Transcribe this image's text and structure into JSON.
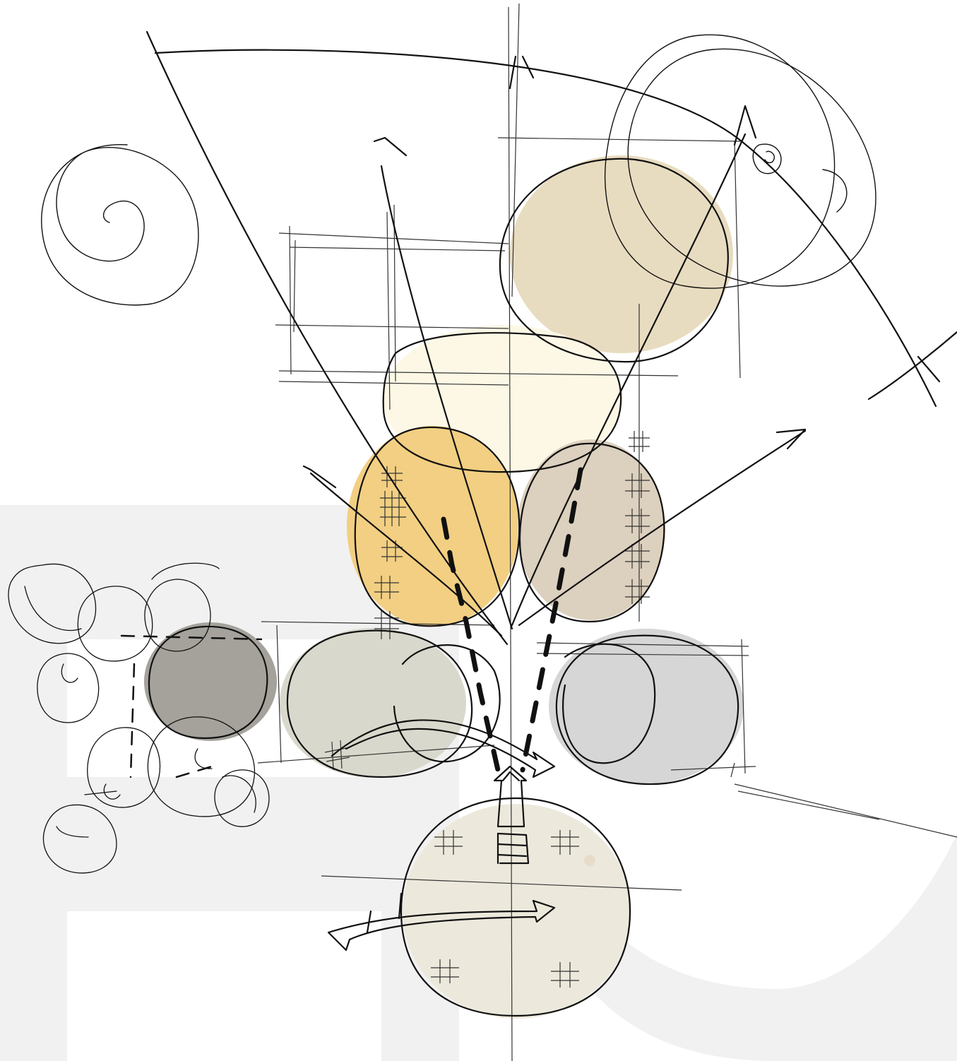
{
  "diagram": {
    "kind": "hand-drawn bubble zoning sketch",
    "colors": {
      "background": "#ffffff",
      "watermark": "#f1f1f1",
      "ink": "#111111",
      "bubble_tan": "#e8dcc0",
      "bubble_cream": "#fdf8e6",
      "bubble_amber": "#f2cf82",
      "bubble_taupe": "#dcd0be",
      "bubble_charcoal": "#a4a29b",
      "bubble_sage": "#d9d8cc",
      "bubble_grey": "#d6d6d6",
      "bubble_entry": "#ece9dc"
    },
    "bubbles": [
      {
        "id": "top-right-zone",
        "color": "tan"
      },
      {
        "id": "center-upper-zone",
        "color": "cream"
      },
      {
        "id": "left-amber-zone",
        "color": "amber"
      },
      {
        "id": "right-taupe-zone",
        "color": "taupe"
      },
      {
        "id": "left-dark-zone",
        "color": "charcoal"
      },
      {
        "id": "left-sage-zone",
        "color": "sage"
      },
      {
        "id": "right-grey-zone",
        "color": "grey"
      },
      {
        "id": "entry-zone",
        "color": "entry"
      }
    ],
    "icons": [
      "spiral-icon",
      "entry-arrow-icon",
      "ladder-icon",
      "curved-arrow-icon"
    ]
  }
}
